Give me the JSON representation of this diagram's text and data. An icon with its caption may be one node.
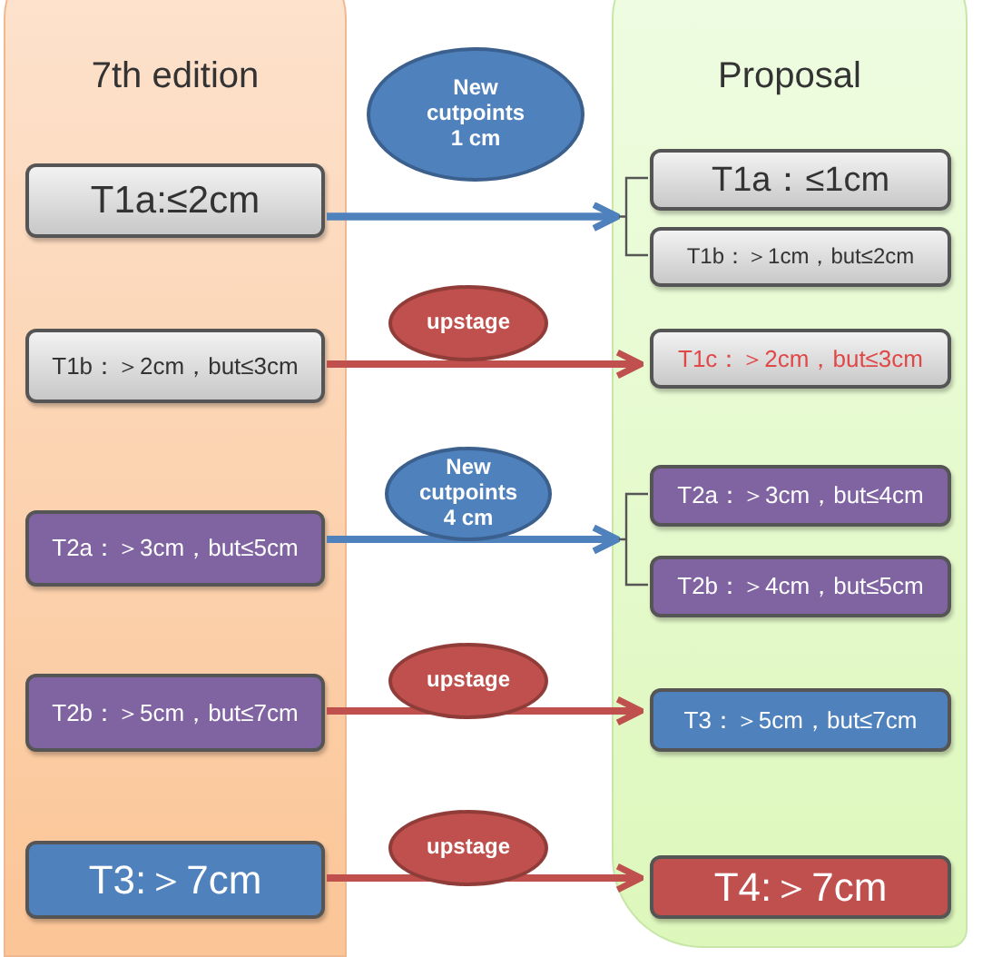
{
  "diagram": {
    "nodes": [
      {
        "text": [
          "7th edition"
        ]
      },
      {
        "text": [
          "T1a:≤2cm"
        ],
        "in": 0
      },
      {
        "text": [
          "T1b：＞2cm，but≤3cm"
        ],
        "in": 0
      },
      {
        "text": [
          "T2a：＞3cm，but≤5cm"
        ],
        "in": 0
      },
      {
        "text": [
          "T2b：＞5cm，but≤7cm"
        ],
        "in": 0
      },
      {
        "text": [
          "T3:＞7cm"
        ],
        "in": 0
      },
      {
        "text": [
          "Proposal"
        ]
      },
      {
        "text": [
          "T1a：≤1cm"
        ],
        "in": 6
      },
      {
        "text": [
          "T1b：＞1cm，but≤2cm"
        ],
        "in": 6
      },
      {
        "text": [
          "T1c：＞2cm，but≤3cm"
        ],
        "in": 6
      },
      {
        "text": [
          "T2a：＞3cm，but≤4cm"
        ],
        "in": 6
      },
      {
        "text": [
          "T2b：＞4cm，but≤5cm"
        ],
        "in": 6
      },
      {
        "text": [
          "T3：＞5cm，but≤7cm"
        ],
        "in": 6
      },
      {
        "text": [
          "T4:＞7cm"
        ],
        "in": 6
      }
    ],
    "edges": [
      {
        "from": 1,
        "to": 7,
        "arrow": "to",
        "label": "New cutpoints 1 cm",
        "color": "#4f81bd"
      },
      {
        "from": 1,
        "to": 8,
        "arrow": "to",
        "color": "#4f81bd"
      },
      {
        "from": 2,
        "to": 9,
        "arrow": "to",
        "label": "upstage",
        "color": "#c0504d"
      },
      {
        "from": 3,
        "to": 10,
        "arrow": "to",
        "label": "New cutpoints 4 cm",
        "color": "#4f81bd"
      },
      {
        "from": 3,
        "to": 11,
        "arrow": "to",
        "color": "#4f81bd"
      },
      {
        "from": 4,
        "to": 12,
        "arrow": "to",
        "label": "upstage",
        "color": "#c0504d"
      },
      {
        "from": 5,
        "to": 13,
        "arrow": "to",
        "label": "upstage",
        "color": "#c0504d"
      }
    ]
  }
}
